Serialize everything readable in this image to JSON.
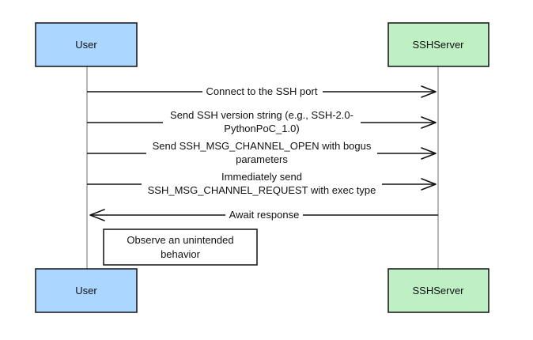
{
  "participants": [
    {
      "id": "user",
      "label": "User",
      "fill": "#aad6ff"
    },
    {
      "id": "server",
      "label": "SSHServer",
      "fill": "#bff0c4"
    }
  ],
  "messages": [
    {
      "from": "user",
      "to": "server",
      "lines": [
        "Connect to the SSH port"
      ]
    },
    {
      "from": "user",
      "to": "server",
      "lines": [
        "Send SSH version string (e.g., SSH-2.0-",
        "PythonPoC_1.0)"
      ]
    },
    {
      "from": "user",
      "to": "server",
      "lines": [
        "Send SSH_MSG_CHANNEL_OPEN with bogus",
        "parameters"
      ]
    },
    {
      "from": "user",
      "to": "server",
      "lines": [
        "Immediately send",
        "SSH_MSG_CHANNEL_REQUEST with exec type"
      ]
    },
    {
      "from": "server",
      "to": "user",
      "lines": [
        "Await response"
      ]
    }
  ],
  "note": {
    "over": "user",
    "lines": [
      "Observe an unintended",
      "behavior"
    ]
  },
  "colors": {
    "user_box": "#aad6ff",
    "server_box": "#bff0c4",
    "lifeline": "#9e9e9e",
    "stroke": "#111111"
  }
}
